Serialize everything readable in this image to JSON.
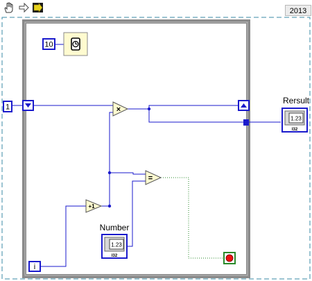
{
  "toolbar": {
    "version_label": "2013",
    "tools": [
      {
        "icon": "hand-pointer-icon"
      },
      {
        "icon": "arrow-right-icon"
      },
      {
        "icon": "run-arrow-icon"
      }
    ]
  },
  "diagram": {
    "wait_ms_constant": "10",
    "shift_register_init": "1",
    "iteration_terminal": "i",
    "number_label": "Number",
    "number_terminal_type": "1.23",
    "number_terminal_rep": "I32",
    "result_label": "Rersult",
    "result_terminal_type": "1.23",
    "result_terminal_rep": "I32",
    "multiply_symbol": "×",
    "increment_symbol": "+1",
    "equal_symbol": "=",
    "colors": {
      "wire_blue": "#1a1acc",
      "loop_gray": "#8a8a8a",
      "boolean_green": "#2a8a2a",
      "node_fill": "#fffbd0",
      "stop_red": "#ee1111"
    }
  }
}
